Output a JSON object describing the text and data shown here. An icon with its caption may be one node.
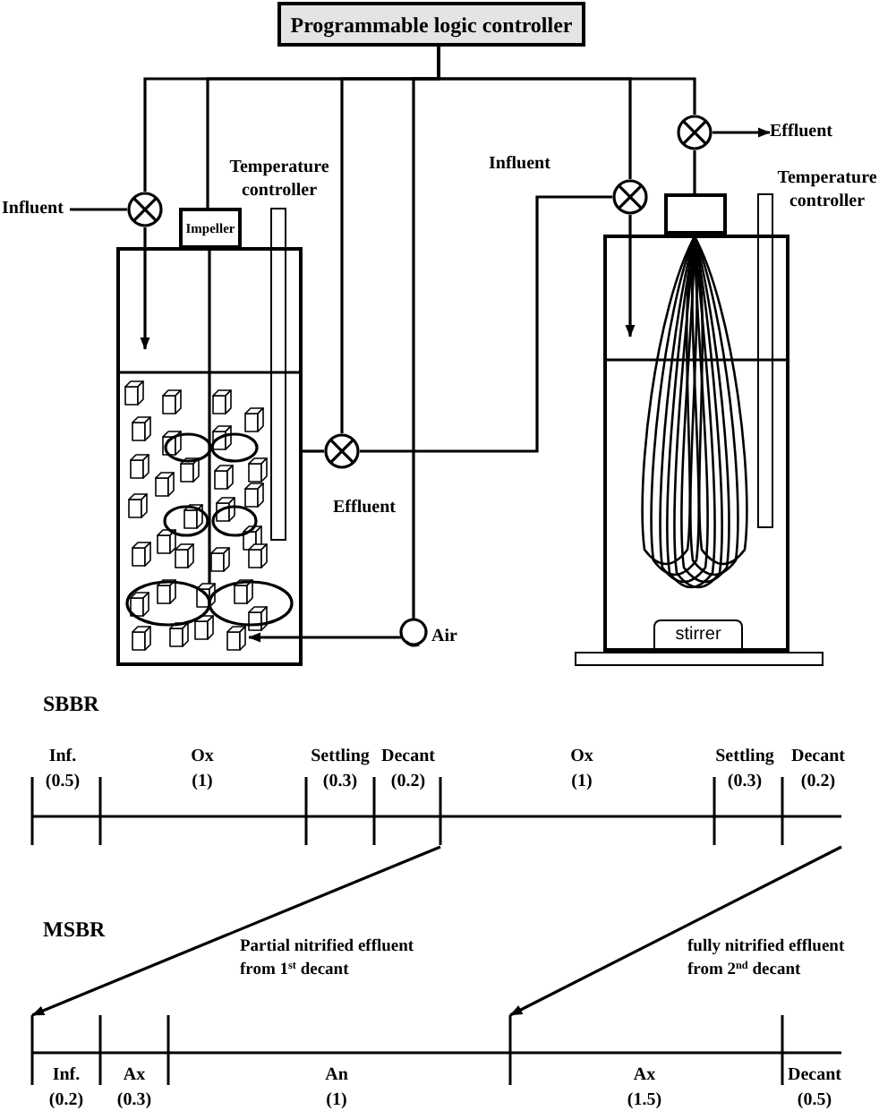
{
  "diagram": {
    "nodes": [
      {
        "text": [
          "Programmable logic controller"
        ]
      },
      {
        "text": [
          "Influent"
        ]
      },
      {
        "text": [],
        "shape": "valve"
      },
      {
        "text": [
          "Impeller"
        ]
      },
      {
        "text": [],
        "shape": "box"
      },
      {
        "text": [],
        "shape": "valve",
        "beside": [
          "Effluent"
        ]
      },
      {
        "text": [],
        "shape": "pump",
        "beside": [
          "Air"
        ]
      },
      {
        "text": [],
        "shape": "valve",
        "beside": [
          "Influent"
        ]
      },
      {
        "text": [],
        "shape": "valve"
      },
      {
        "text": [
          "Effluent"
        ]
      },
      {
        "text": [],
        "shape": "box"
      },
      {
        "text": [],
        "shape": "box"
      },
      {
        "text": [
          "stirrer"
        ],
        "in": 11
      },
      {
        "text": [
          "Inf. (0.5)",
          "Ox (1)",
          "Settling (0.3)",
          "Decant (0.2)",
          "Ox (1)",
          "Settling (0.3)",
          "Decant (0.2)"
        ],
        "beside": [
          "SBBR"
        ]
      },
      {
        "text": [
          "Inf. (0.2)",
          "Ax (0.3)",
          "An (1)",
          "Ax (1.5)",
          "Decant (0.5)"
        ],
        "beside": [
          "MSBR"
        ]
      }
    ],
    "edges": [
      {
        "from": 0,
        "to": 2,
        "arrow": "none"
      },
      {
        "from": 0,
        "to": 3,
        "arrow": "none"
      },
      {
        "from": 0,
        "to": 5,
        "arrow": "none"
      },
      {
        "from": 0,
        "to": 6,
        "arrow": "none"
      },
      {
        "from": 0,
        "to": 7,
        "arrow": "none"
      },
      {
        "from": 0,
        "to": 8,
        "arrow": "none"
      },
      {
        "from": 1,
        "to": 2,
        "arrow": "none"
      },
      {
        "from": 2,
        "to": 4,
        "arrow": "to"
      },
      {
        "from": 4,
        "to": 5,
        "arrow": "none"
      },
      {
        "from": 5,
        "to": 7,
        "arrow": "none"
      },
      {
        "from": 7,
        "to": 11,
        "arrow": "to"
      },
      {
        "from": 6,
        "to": 4,
        "arrow": "to"
      },
      {
        "from": 10,
        "to": 8,
        "arrow": "none"
      },
      {
        "from": 8,
        "to": 9,
        "arrow": "to"
      },
      {
        "from": 13,
        "to": 14,
        "arrow": "to",
        "label": "Partial nitrified effluent from 1$^{st}$ decant"
      },
      {
        "from": 13,
        "to": 14,
        "arrow": "to",
        "label": "fully nitrified effluent from 2$^{nd}$ decant"
      }
    ],
    "labels": [
      "Temperature controller",
      "Temperature controller"
    ]
  }
}
